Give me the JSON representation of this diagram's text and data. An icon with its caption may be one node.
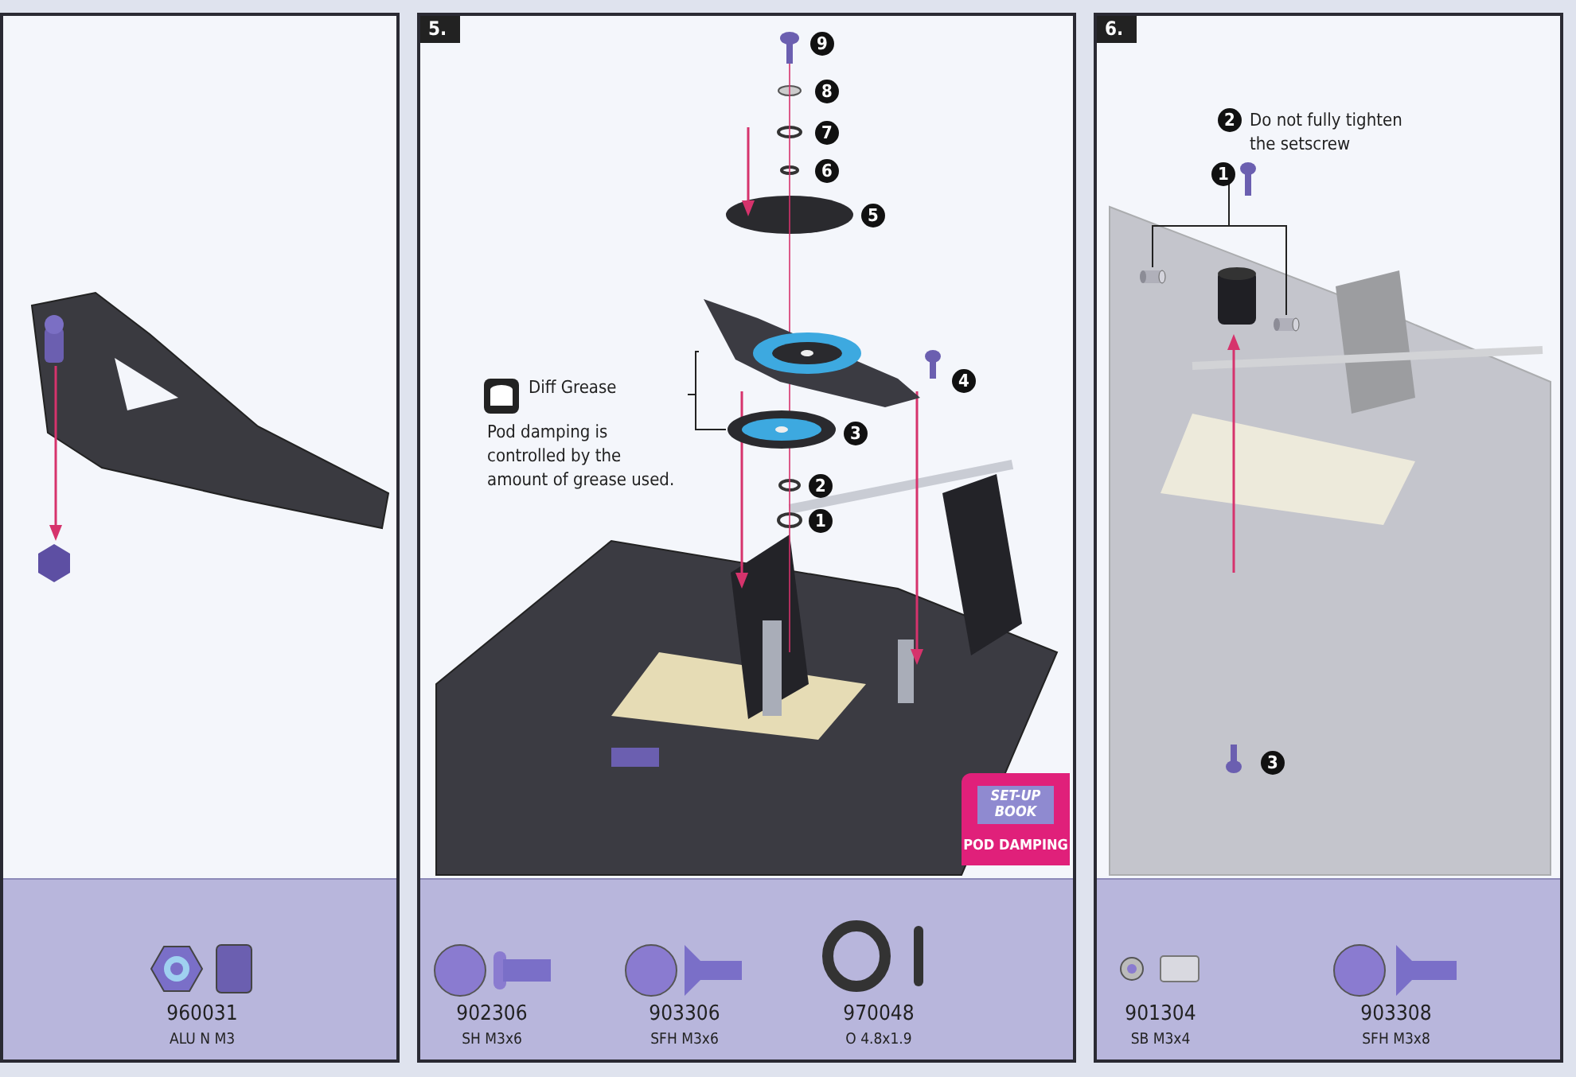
{
  "diagram": {
    "nodes": [
      {
        "text": [],
        "shape": "box"
      },
      {
        "text": [
          "5."
        ]
      },
      {
        "text": [
          "6."
        ]
      },
      {
        "text": [
          "Diff Grease",
          "Pod damping is controlled by the amount of grease used."
        ],
        "in": 1
      },
      {
        "text": [],
        "shape": "picture",
        "in": 1
      },
      {
        "text": [],
        "shape": "picture",
        "in": 1
      },
      {
        "text": [
          "2",
          "Do not fully tighten the setscrew"
        ],
        "in": 2
      },
      {
        "text": [],
        "shape": "cylinder",
        "in": 2
      },
      {
        "text": [],
        "shape": "cylinder",
        "in": 2
      },
      {
        "text": [
          "9"
        ],
        "in": 1
      },
      {
        "text": [
          "8"
        ],
        "in": 1
      },
      {
        "text": [
          "7"
        ],
        "in": 1
      },
      {
        "text": [
          "6"
        ],
        "in": 1
      },
      {
        "text": [
          "5"
        ],
        "in": 1
      },
      {
        "text": [
          "4"
        ],
        "in": 1
      },
      {
        "text": [
          "3"
        ],
        "in": 1
      },
      {
        "text": [
          "2"
        ],
        "in": 1
      },
      {
        "text": [
          "1"
        ],
        "in": 1
      },
      {
        "text": [
          "1"
        ],
        "in": 2
      },
      {
        "text": [
          "3"
        ],
        "in": 2
      }
    ],
    "edges": [
      {
        "from": 3,
        "to": 4,
        "arrow": "none"
      },
      {
        "from": 3,
        "to": 5,
        "arrow": "none"
      },
      {
        "from": 6,
        "to": 7,
        "arrow": "none"
      },
      {
        "from": 6,
        "to": 8,
        "arrow": "none"
      }
    ],
    "labels": [
      "SET-UP BOOK",
      "POD DAMPING",
      "960031",
      "ALU N M3",
      "902306",
      "SH M3x6",
      "903306",
      "SFH M3x6",
      "970048",
      "O 4.8x1.9",
      "901304",
      "SB M3x4",
      "903308",
      "SFH M3x8"
    ]
  }
}
